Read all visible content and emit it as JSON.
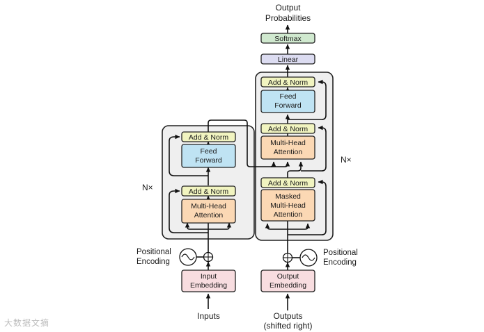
{
  "colors": {
    "add_norm": "#f1f4c0",
    "feed_forward": "#bfe3f3",
    "attention": "#fbd8b4",
    "embedding": "#f8dde0",
    "linear": "#dcdcf1",
    "softmax": "#d0e9cf",
    "stack_bg": "#efefef"
  },
  "encoder": {
    "add_norm_top": "Add & Norm",
    "feed_forward": [
      "Feed",
      "Forward"
    ],
    "add_norm_bottom": "Add & Norm",
    "attention": [
      "Multi-Head",
      "Attention"
    ],
    "repeat": "N×",
    "positional": [
      "Positional",
      "Encoding"
    ],
    "embedding": [
      "Input",
      "Embedding"
    ],
    "input": "Inputs"
  },
  "decoder": {
    "output_label": [
      "Output",
      "Probabilities"
    ],
    "softmax": "Softmax",
    "linear": "Linear",
    "add_norm_top": "Add & Norm",
    "feed_forward": [
      "Feed",
      "Forward"
    ],
    "add_norm_mid": "Add & Norm",
    "cross_attention": [
      "Multi-Head",
      "Attention"
    ],
    "add_norm_bottom": "Add & Norm",
    "masked_attention": [
      "Masked",
      "Multi-Head",
      "Attention"
    ],
    "repeat": "N×",
    "positional": [
      "Positional",
      "Encoding"
    ],
    "embedding": [
      "Output",
      "Embedding"
    ],
    "input": [
      "Outputs",
      "(shifted right)"
    ]
  },
  "watermark": "大数据文摘"
}
